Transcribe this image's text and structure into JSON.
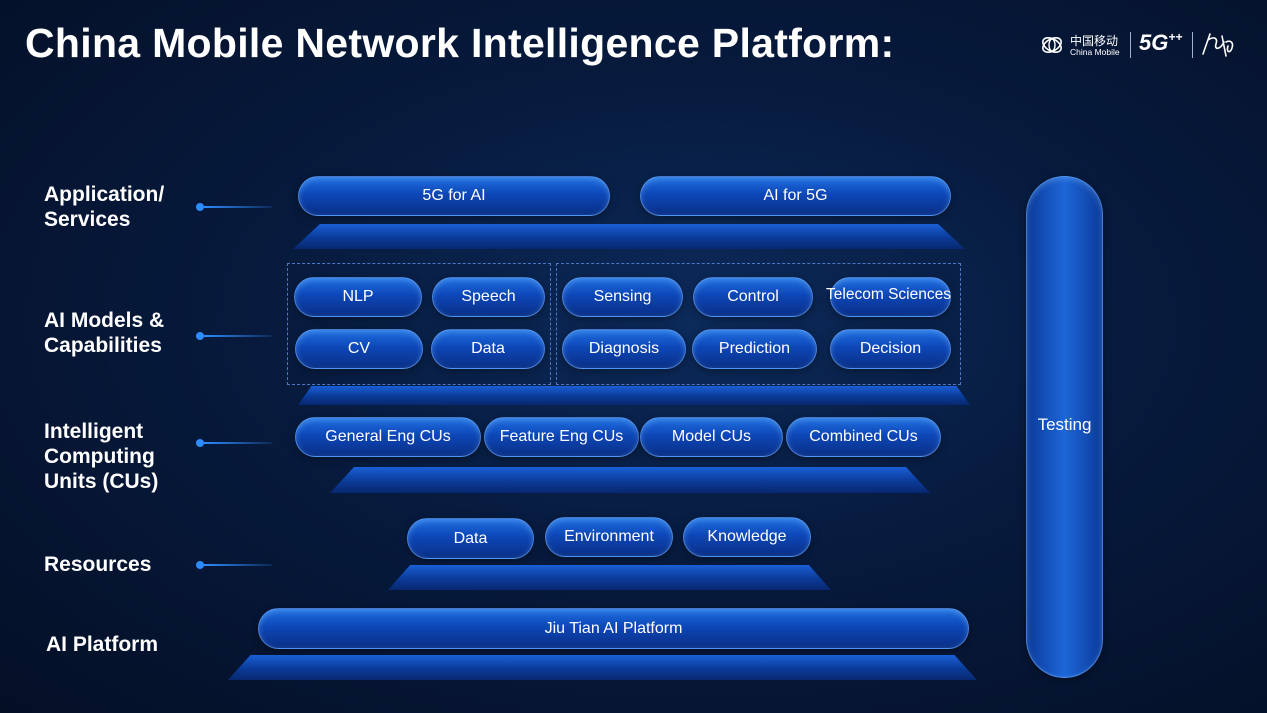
{
  "title": "China Mobile Network Intelligence Platform:",
  "logos": {
    "china_mobile_cn": "中国移动",
    "china_mobile_en": "China Mobile",
    "five_g": "5G",
    "five_g_plus": "++"
  },
  "rows": {
    "application": "Application/\nServices",
    "ai_models": "AI Models &\nCapabilities",
    "computing_units": "Intelligent\nComputing\nUnits (CUs)",
    "resources": "Resources",
    "ai_platform": "AI Platform"
  },
  "application": {
    "item1": "5G for AI",
    "item2": "AI for 5G"
  },
  "models": {
    "nlp": "NLP",
    "speech": "Speech",
    "cv": "CV",
    "data": "Data",
    "sensing": "Sensing",
    "control": "Control",
    "telecom": "Telecom Sciences",
    "diagnosis": "Diagnosis",
    "prediction": "Prediction",
    "decision": "Decision"
  },
  "cus": {
    "general": "General Eng CUs",
    "feature": "Feature Eng CUs",
    "model": "Model CUs",
    "combined": "Combined CUs"
  },
  "resources": {
    "data": "Data",
    "environment": "Environment",
    "knowledge": "Knowledge"
  },
  "platform": {
    "jiutian": "Jiu Tian AI Platform"
  },
  "testing": "Testing",
  "colors": {
    "accent": "#2d8cff",
    "pill": "#1550c8",
    "background": "#071a3d"
  }
}
